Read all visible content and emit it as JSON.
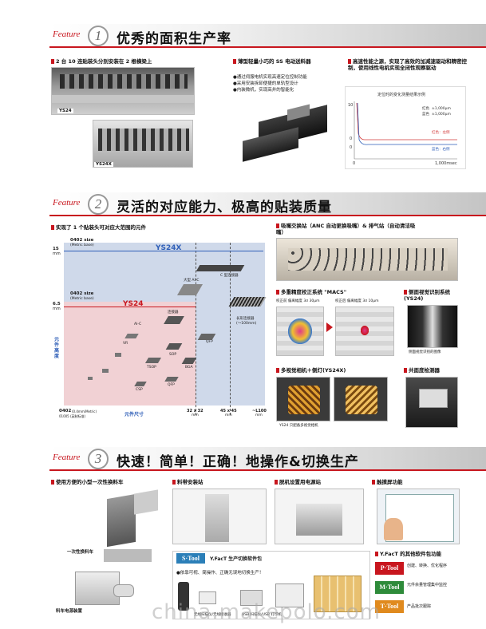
{
  "feature_word": "Feature",
  "sections": [
    {
      "num": "1",
      "title": "优秀的面积生产率"
    },
    {
      "num": "2",
      "title": "灵活的对应能力、极高的贴装质量"
    },
    {
      "num": "3",
      "title": "快速！简单！正确！地操作&切换生产"
    }
  ],
  "s1": {
    "left_caption": "2 台 10 连贴装头分别安装在 2 根横梁上",
    "tag_ys24": "YS24",
    "tag_ys24x": "YS24X",
    "mid_caption": "薄型轻量小巧的 SS 电动送料器",
    "mid_bullets": [
      "●通过伺服电机实现高速定位控制功能",
      "●采用安装拆卸便捷的单轨型设计",
      "●内装微机，实现高并的智能化"
    ],
    "right_caption": "高速性能之源，实现了高效的加减速驱动和精密控制，使用线性电机实现全闭性观察驱动",
    "chart_data": {
      "type": "line",
      "title": "定位时的变化测量结果示例",
      "legend": [
        "±1,000μm",
        "±1,000μm",
        "红色：左侧",
        "蓝色：右侧"
      ],
      "legend_prefix": [
        "红色",
        "蓝色"
      ],
      "y_ticks": [
        "10",
        "0",
        "0"
      ],
      "x_ticks": [
        "0",
        "1,000msec"
      ],
      "series": [
        {
          "name": "红色：左侧",
          "color": "#d23a3a"
        },
        {
          "name": "蓝色：右侧",
          "color": "#2f5fb8"
        }
      ]
    }
  },
  "s2": {
    "range_caption": "实现了 1 个贴装头可对应大范围的元件",
    "size1": "0402 size",
    "size1b": "(Metric base)",
    "size2": "0402 size",
    "size2b": "(Metric base)",
    "model_big": "YS24X",
    "model_small": "YS24",
    "y_ticks": [
      "15",
      "mm",
      "6.5",
      "mm"
    ],
    "y_label": "元件高度",
    "x_label": "元件尺寸",
    "x_ticks": [
      "0402",
      "32 x 32",
      "45 x 45",
      "~L100"
    ],
    "x_units": [
      "",
      "mm",
      "mm",
      "mm"
    ],
    "x_sub": "(0.4mm/Metric)",
    "x_sub2": "01005 (英制标准)",
    "components": [
      "大型 Al-C",
      "C 型连接器",
      "长形连接器",
      "(～100mm)",
      "连接器",
      "Al-C",
      "VR",
      "SOP",
      "QFP",
      "TSOP",
      "BGA",
      "QFP",
      "CSP"
    ],
    "nozzle_caption": "吸嘴交换站（ANC 自动更换吸嘴）& 排气站（自动清洁吸嘴）",
    "macs_caption": "多重精度校正系统 \"MACS\"",
    "macs_sub1": "校正前 偏离幅度 3σ 30μm",
    "macs_sub2": "校正后 偏离幅度 3σ 10μm",
    "side_caption": "侧面视觉识别系统 (YS24)",
    "side_sub": "侧面视觉识别的图像",
    "cam_caption": "多视觉相机＋侧灯(YS24X)",
    "cam_sub": "YS24 只配备多视觉相机",
    "copl_caption": "共面度检测器"
  },
  "s3": {
    "cart_caption": "使用方便的小型一次性换料车",
    "cart_label": "一次性换料车",
    "power_label": "料车电源装置",
    "station_caption": "料带安装站",
    "setting_caption": "脱机设置用电源站",
    "touch_caption": "触摸屏功能",
    "stool_logo": "S·Tool",
    "stool_title": "Y.FacT 生产切换软件包",
    "stool_desc": "●依靠可视、简操作、正确无误地切换生产！",
    "stool_sub1": "无线扫描仪/无线接收器",
    "stool_sub2": "USB 扫描仪/USB 打印机",
    "other_caption": "Y.FacT 的其他软件包功能",
    "tools": [
      {
        "logo": "P·Tool",
        "desc": "创建、转换、优化程序",
        "color": "#c8161e"
      },
      {
        "logo": "M·Tool",
        "desc": "元件余量管理集中监控",
        "color": "#2e8b3a"
      },
      {
        "logo": "T·Tool",
        "desc": "产品批次跟踪",
        "color": "#e08a1e"
      }
    ],
    "watermark": "china.makepolo.com"
  }
}
